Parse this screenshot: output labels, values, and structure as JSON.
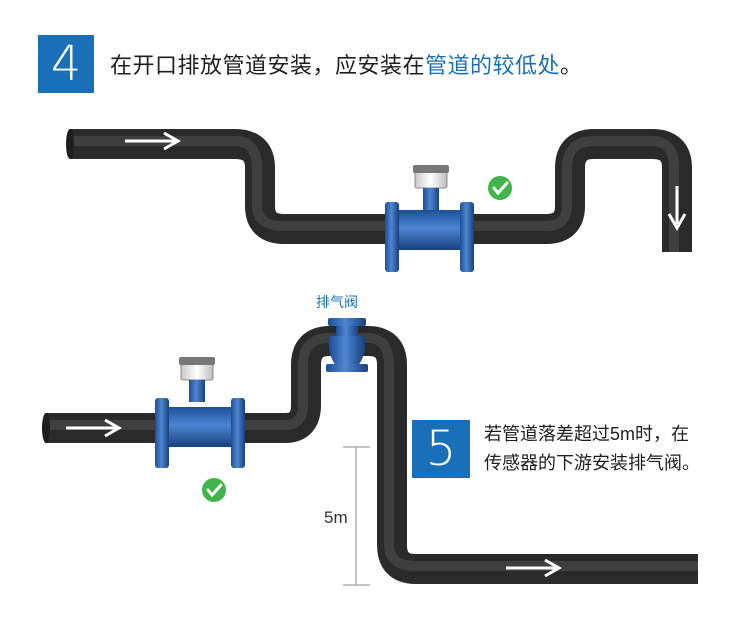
{
  "section4": {
    "number": "4",
    "text_prefix": "在开口排放管道安装，应安装在",
    "text_highlight": "管道的较低处",
    "text_suffix": "。"
  },
  "section5": {
    "number": "5",
    "line1": "若管道落差超过5m时，在",
    "line2": "传感器的下游安装排气阀。"
  },
  "valve_label": "排气阀",
  "dimension_label": "5m",
  "colors": {
    "accent": "#1a70b8",
    "pipe": "#3a3a3a",
    "meter_blue": "#2a5fa8",
    "check_green": "#3fb54a"
  }
}
